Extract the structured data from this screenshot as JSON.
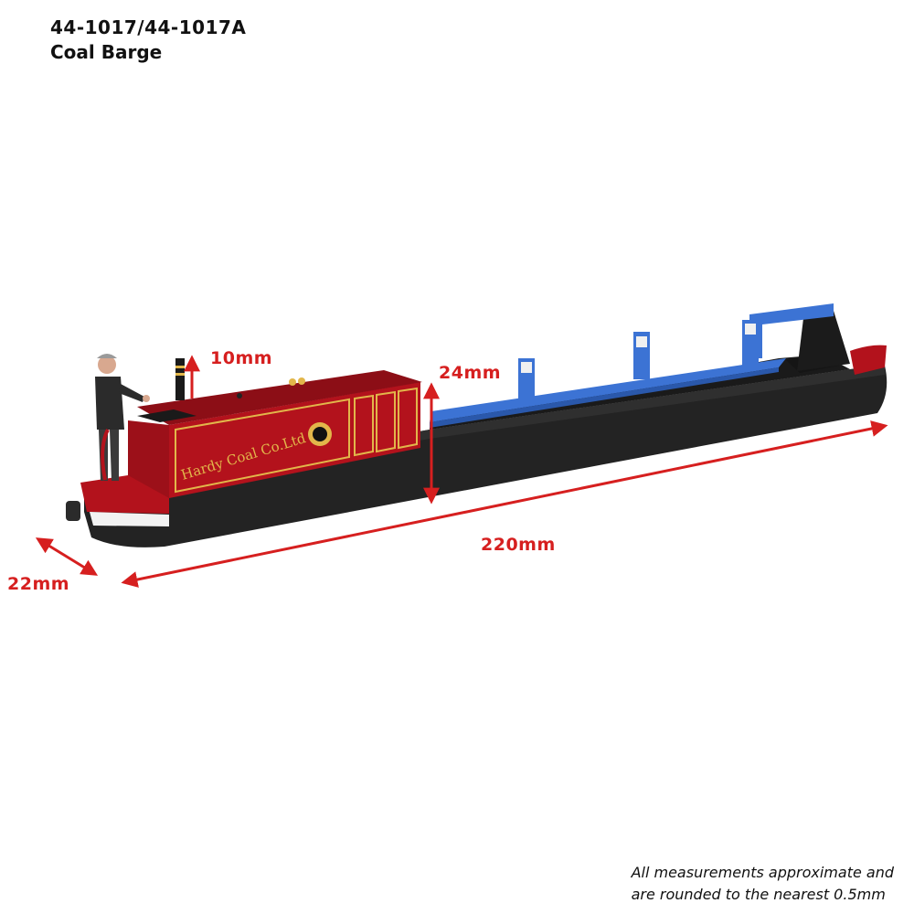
{
  "product": {
    "code": "44-1017/44-1017A",
    "name": "Coal Barge"
  },
  "dimensions": {
    "cabin_height": "10mm",
    "hull_height": "24mm",
    "length": "220mm",
    "width": "22mm"
  },
  "livery_text": "Hardy Coal Co.Ltd",
  "note": {
    "line1": "All measurements approximate and",
    "line2": "are rounded to the nearest 0.5mm"
  },
  "colors": {
    "arrow_red": "#d61f1f",
    "cabin_red": "#b3121c",
    "hull_black": "#232323",
    "plank_blue": "#3c73d4",
    "lettering_gold": "#e2b64a"
  }
}
